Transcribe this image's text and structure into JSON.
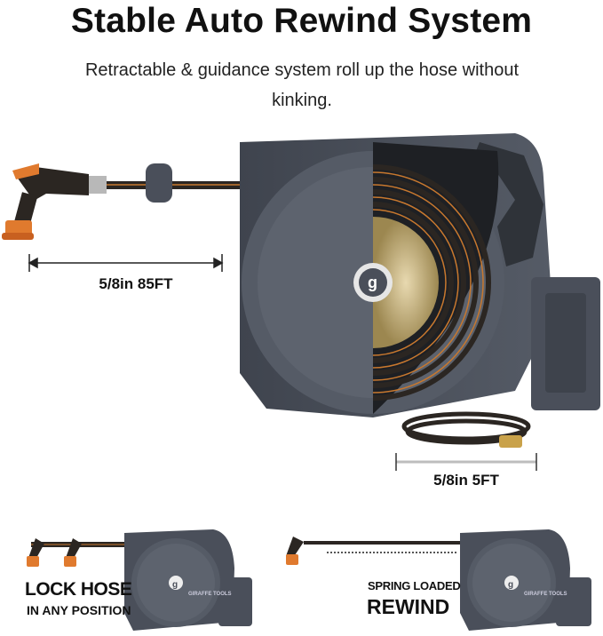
{
  "header": {
    "title": "Stable Auto Rewind System",
    "subtitle": "Retractable & guidance system roll up the hose without kinking."
  },
  "dimensions": {
    "hose_length": "5/8in 85FT",
    "leader_hose": "5/8in 5FT"
  },
  "features": [
    {
      "line1": "LOCK HOSE",
      "line2": "IN ANY POSITION"
    },
    {
      "line1": "SPRING LOADED",
      "line2": "REWIND"
    }
  ],
  "brand": {
    "name": "GIRAFFE TOOLS",
    "logo_letter": "g"
  },
  "colors": {
    "reel_body": "#4a4f5a",
    "reel_dark": "#2a2d33",
    "hose": "#2b2622",
    "hose_stripe": "#c8782e",
    "nozzle_accent": "#e07a2e",
    "brass": "#c9a24a"
  }
}
